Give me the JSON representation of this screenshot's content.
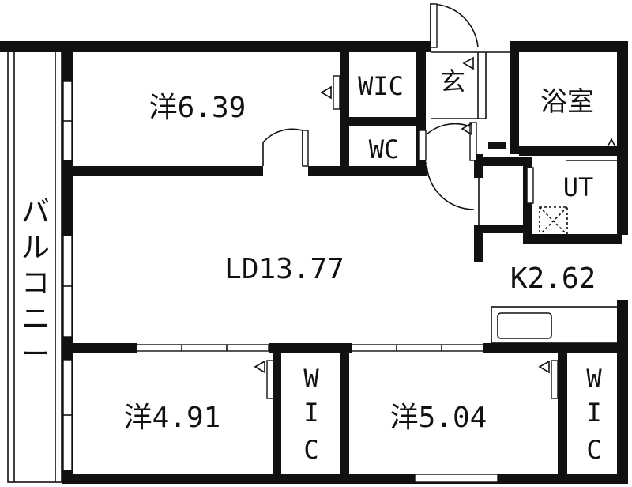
{
  "rooms": {
    "western_north": "洋6.39",
    "ld": "LD13.77",
    "kitchen": "K2.62",
    "western_sw": "洋4.91",
    "western_se": "洋5.04",
    "bath": "浴室",
    "ut": "UT",
    "genkan": "玄",
    "wc": "WC",
    "wic_north": "WIC",
    "wic_center": [
      "W",
      "I",
      "C"
    ],
    "wic_east": [
      "W",
      "I",
      "C"
    ],
    "balcony": [
      "バ",
      "ル",
      "コ",
      "ニ",
      "ー"
    ]
  },
  "colors": {
    "wall": "#111111",
    "background": "#ffffff"
  }
}
